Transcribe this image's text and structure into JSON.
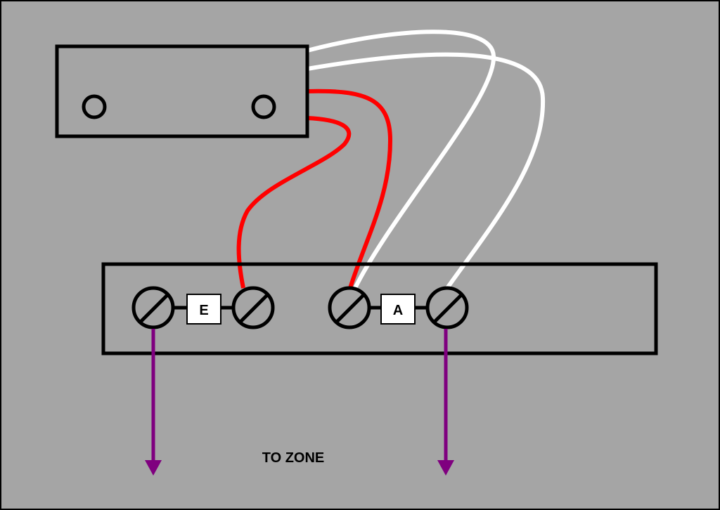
{
  "diagram": {
    "resistors": [
      {
        "label": "E"
      },
      {
        "label": "A"
      }
    ],
    "caption": "TO ZONE",
    "colors": {
      "background": "#a5a5a5",
      "outline": "#000000",
      "red_wire": "#ff0000",
      "white_wire": "#ffffff",
      "zone_arrow": "#7f007f"
    }
  }
}
